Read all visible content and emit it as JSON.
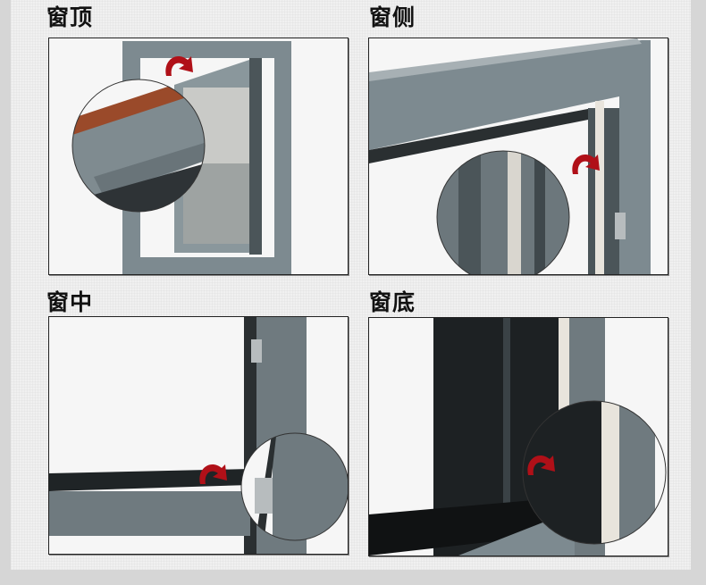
{
  "panels": [
    {
      "id": "top",
      "label": "窗顶",
      "description": "Window top: frame top with brown sealing strip, magnified detail"
    },
    {
      "id": "side",
      "label": "窗侧",
      "description": "Window side: frame side with white sealing strip and hardware lock, magnified detail"
    },
    {
      "id": "middle",
      "label": "窗中",
      "description": "Window middle: transom joint with corner connector, magnified detail"
    },
    {
      "id": "bottom",
      "label": "窗底",
      "description": "Window bottom: sill with sealing strip, magnified detail"
    }
  ],
  "colors": {
    "frame": "#7d8a90",
    "frame_dark": "#4b5559",
    "arrow": "#b01018",
    "seal_brown": "#9a4a2a",
    "seal_white": "#e8e4dc",
    "background": "#f0f0f0",
    "outer": "#d6d6d6"
  }
}
